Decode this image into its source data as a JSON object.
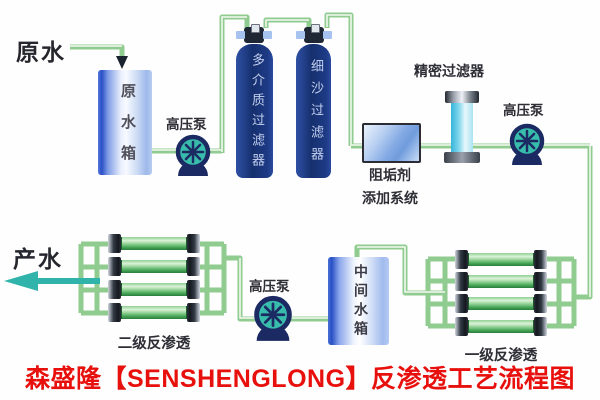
{
  "caption": "森盛隆【SENSHENGLONG】反渗透工艺流程图",
  "flow_labels": {
    "raw_water": "原水",
    "product_water": "产水"
  },
  "equipment": {
    "raw_water_tank": "原水箱",
    "hp_pump_1": "高压泵",
    "multimedia_filter": "多介质过滤器",
    "fine_sand_filter": "细沙过滤器",
    "precision_filter": "精密过滤器",
    "antiscalant_line1": "阻垢剂",
    "antiscalant_line2": "添加系统",
    "hp_pump_2": "高压泵",
    "ro_stage_1": "一级反渗透",
    "intermediate_tank": "中间水箱",
    "hp_pump_3": "高压泵",
    "ro_stage_2": "二级反渗透"
  },
  "colors": {
    "pipe_green": "#90cb90",
    "pipe_highlight": "#e6f4e4",
    "product_teal": "#2fb3ab",
    "tank_navy": "#16306e",
    "pump_ring_navy": "#1c2a64",
    "pump_teal": "#38bcab",
    "caption_red": "#e8100c"
  }
}
